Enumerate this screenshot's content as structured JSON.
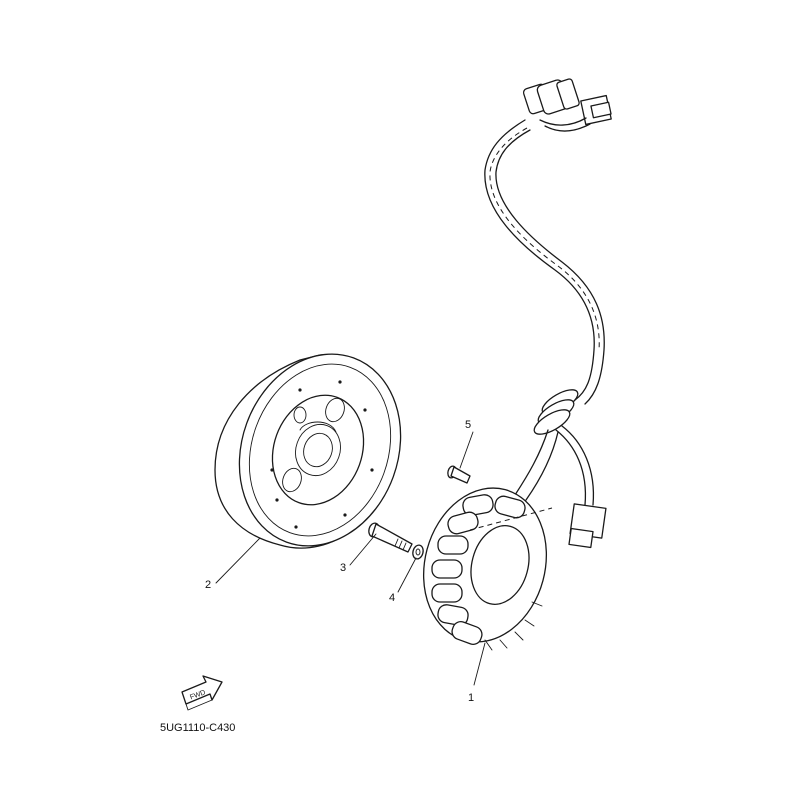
{
  "drawing_code": "5UG1110-C430",
  "fwd_label": "FWD",
  "callouts": [
    {
      "id": "1",
      "part": "stator"
    },
    {
      "id": "2",
      "part": "flywheel-rotor"
    },
    {
      "id": "3",
      "part": "bolt"
    },
    {
      "id": "4",
      "part": "washer"
    },
    {
      "id": "5",
      "part": "screw"
    }
  ]
}
